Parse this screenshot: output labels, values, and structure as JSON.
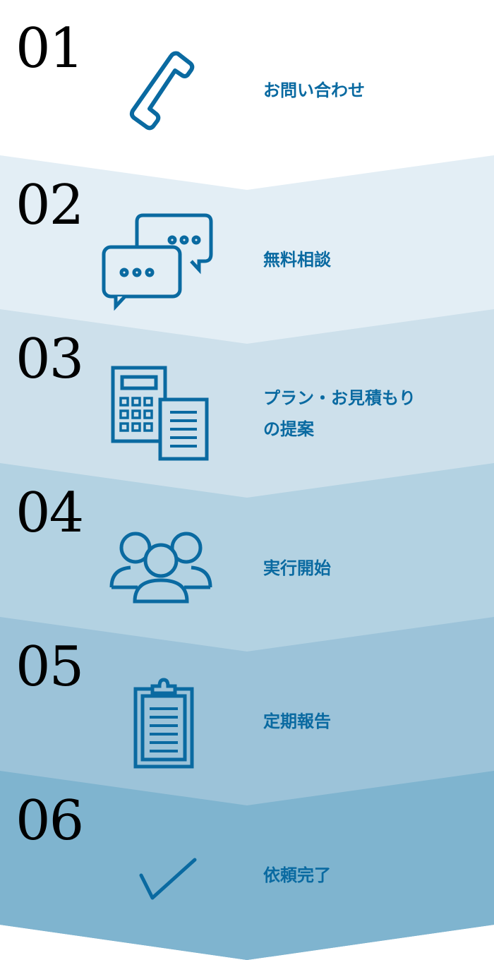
{
  "steps": [
    {
      "number": "01",
      "label": "お問い合わせ",
      "icon": "phone-icon",
      "color": "#ffffff"
    },
    {
      "number": "02",
      "label": "無料相談",
      "icon": "chat-bubbles-icon",
      "color": "#e3eef5"
    },
    {
      "number": "03",
      "label": "プラン・お見積もり\nの提案",
      "icon": "calculator-document-icon",
      "color": "#cde0eb"
    },
    {
      "number": "04",
      "label": "実行開始",
      "icon": "group-icon",
      "color": "#b3d2e2"
    },
    {
      "number": "05",
      "label": "定期報告",
      "icon": "clipboard-icon",
      "color": "#9cc3d9"
    },
    {
      "number": "06",
      "label": "依頼完了",
      "icon": "check-icon",
      "color": "#7fb4cf"
    }
  ],
  "accent": "#0a6aa1"
}
